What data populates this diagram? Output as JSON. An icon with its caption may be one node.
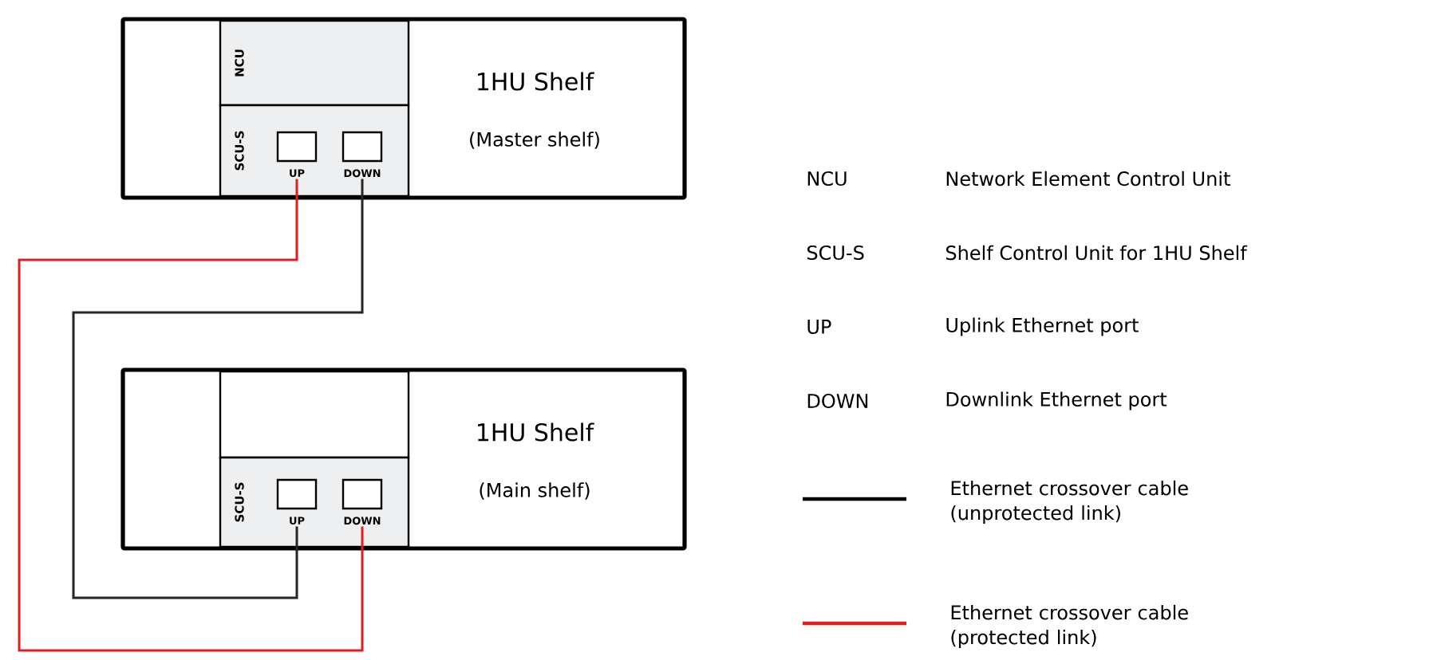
{
  "diagram": {
    "nodes": [
      {
        "text": [
          "1HU Shelf",
          "(Master shelf)"
        ]
      },
      {
        "text": [
          "NCU"
        ],
        "in": 0
      },
      {
        "text": [
          "SCU-S"
        ],
        "in": 0
      },
      {
        "text": [
          "UP"
        ],
        "in": 2
      },
      {
        "text": [
          "DOWN"
        ],
        "in": 2
      },
      {
        "text": [
          "1HU Shelf",
          "(Main shelf)"
        ]
      },
      {
        "text": [],
        "shape": "box",
        "in": 5
      },
      {
        "text": [
          "SCU-S"
        ],
        "in": 5
      },
      {
        "text": [
          "UP"
        ],
        "in": 7
      },
      {
        "text": [
          "DOWN"
        ],
        "in": 7
      }
    ],
    "edges": [
      {
        "from": 3,
        "to": 9,
        "arrow": "none",
        "color": "#e02020"
      },
      {
        "from": 4,
        "to": 8,
        "arrow": "none",
        "color": "#262626"
      }
    ],
    "labels": [
      "NCU",
      "Network Element Control Unit",
      "SCU-S",
      "Shelf Control Unit for 1HU Shelf",
      "UP",
      "Uplink Ethernet port",
      "DOWN",
      "Downlink Ethernet port"
    ],
    "legend": [
      {
        "text": "Ethernet crossover cable (unprotected link)"
      },
      {
        "text": "Ethernet crossover cable (protected link)"
      }
    ]
  }
}
